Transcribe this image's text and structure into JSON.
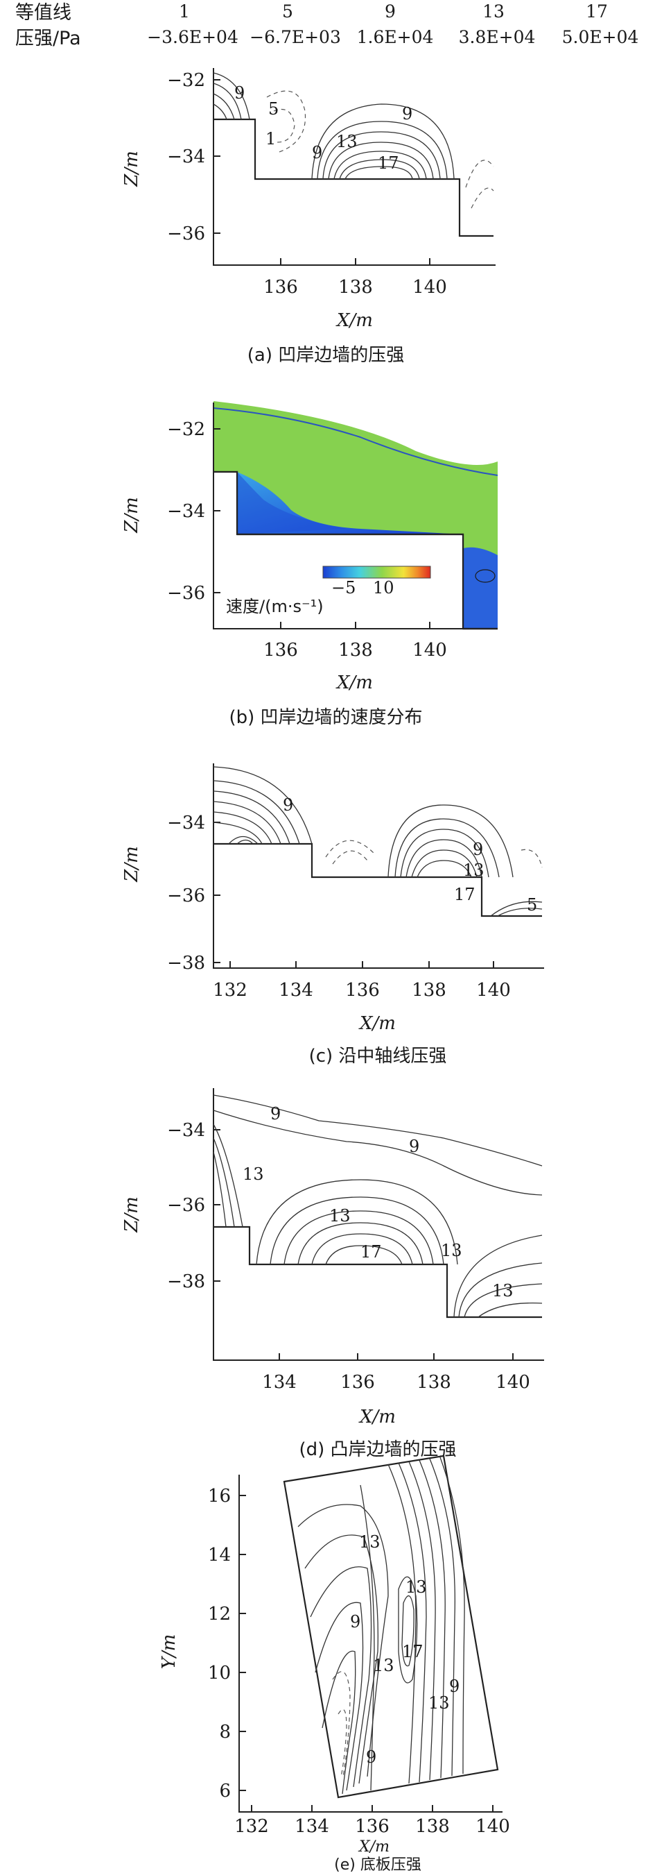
{
  "legend": {
    "row1_label": "等值线",
    "row2_label": "压强/Pa",
    "levels": [
      "1",
      "5",
      "9",
      "13",
      "17"
    ],
    "pressures": [
      "−3.6E+04",
      "−6.7E+03",
      "1.6E+04",
      "3.8E+04",
      "5.0E+04"
    ]
  },
  "panels": {
    "a": {
      "caption": "(a) 凹岸边墙的压强",
      "xlabel": "X/m",
      "ylabel": "Z/m",
      "yticks": [
        "−32",
        "−34",
        "−36"
      ],
      "xticks": [
        "136",
        "138",
        "140"
      ],
      "labels": [
        "9",
        "5",
        "1",
        "9",
        "13",
        "9",
        "17"
      ]
    },
    "b": {
      "caption": "(b) 凹岸边墙的速度分布",
      "xlabel": "X/m",
      "ylabel": "Z/m",
      "yticks": [
        "−32",
        "−34",
        "−36"
      ],
      "xticks": [
        "136",
        "138",
        "140"
      ],
      "colorbar_label": "速度/(m·s⁻¹)",
      "colorbar_ticks": [
        "−5",
        "10"
      ],
      "colors": [
        "#1b3fd1",
        "#2e8fe6",
        "#45d0e0",
        "#8fd64a",
        "#f2e23a",
        "#f08a2a",
        "#e02a20"
      ]
    },
    "c": {
      "caption": "(c) 沿中轴线压强",
      "xlabel": "X/m",
      "ylabel": "Z/m",
      "yticks": [
        "−34",
        "−36",
        "−38"
      ],
      "xticks": [
        "132",
        "134",
        "136",
        "138",
        "140"
      ],
      "labels": [
        "9",
        "9",
        "13",
        "17",
        "5"
      ]
    },
    "d": {
      "caption": "(d) 凸岸边墙的压强",
      "xlabel": "X/m",
      "ylabel": "Z/m",
      "yticks": [
        "−34",
        "−36",
        "−38"
      ],
      "xticks": [
        "134",
        "136",
        "138",
        "140"
      ],
      "labels": [
        "9",
        "9",
        "13",
        "13",
        "17",
        "13",
        "13"
      ]
    },
    "e": {
      "caption": "(e) 底板压强",
      "xlabel": "X/m",
      "ylabel": "Y/m",
      "yticks": [
        "16",
        "14",
        "12",
        "10",
        "8",
        "6"
      ],
      "xticks": [
        "132",
        "134",
        "136",
        "138",
        "140"
      ],
      "labels": [
        "13",
        "13",
        "9",
        "17",
        "13",
        "9",
        "13",
        "9"
      ]
    }
  }
}
